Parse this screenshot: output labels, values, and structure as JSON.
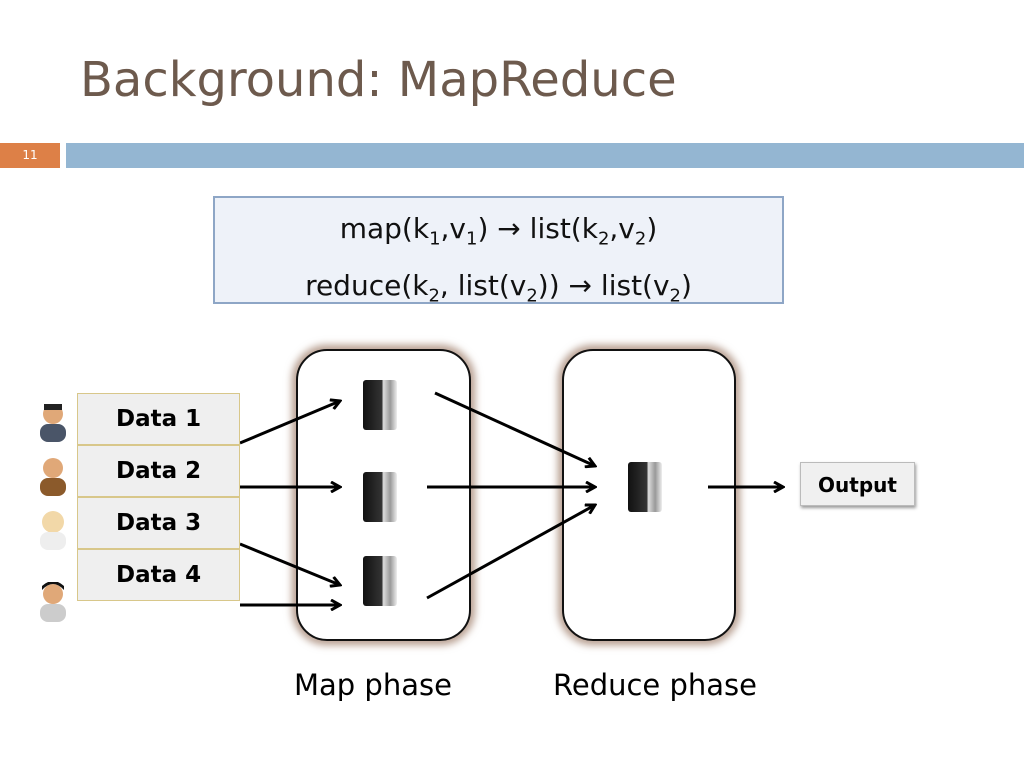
{
  "slide": {
    "title": "Background: MapReduce",
    "number": "11"
  },
  "formula": {
    "line1": {
      "a": "map(k",
      "s1": "1",
      "b": ",v",
      "s2": "1",
      "c": ") ",
      "arrow": "→",
      "d": " list(k",
      "s3": "2",
      "e": ",v",
      "s4": "2",
      "f": ")"
    },
    "line2": {
      "a": "reduce(k",
      "s1": "2",
      "b": ", list(v",
      "s2": "2",
      "c": ")) ",
      "arrow": "→",
      "d": " list(v",
      "s3": "2",
      "e": ")"
    }
  },
  "data_items": [
    "Data 1",
    "Data 2",
    "Data 3",
    "Data 4"
  ],
  "output_label": "Output",
  "phases": {
    "map": "Map phase",
    "reduce": "Reduce phase"
  }
}
